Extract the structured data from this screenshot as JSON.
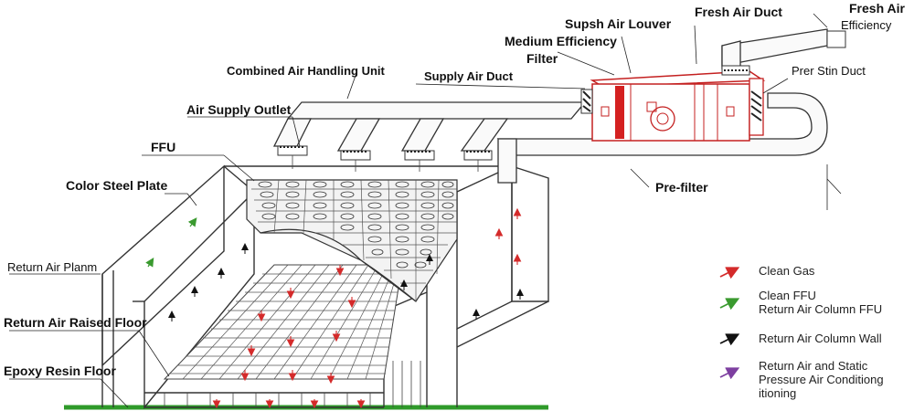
{
  "labels": {
    "fresh_air": "Fresh Air",
    "efficiency": "Efficiency",
    "fresh_air_duct": "Fresh Air Duct",
    "supply_air_louver": "Supsh Air Louver",
    "medium_efficiency": "Medium Efficiency",
    "filter": "Filter",
    "combined_ahu": "Combined Air Handling Unit",
    "supply_air_duct": "Supply Air Duct",
    "prer_stin_duct": "Prer Stin Duct",
    "air_supply_outlet": "Air Supply Outlet",
    "ffu": "FFU",
    "color_steel_plate": "Color Steel Plate",
    "pre_filter": "Pre-filter",
    "return_air_plenum": "Return Air Planm",
    "return_air_raised_floor": "Return Air Raised Floor",
    "epoxy_resin_floor": "Epoxy Resin Floor"
  },
  "legend": [
    {
      "lines": [
        "Clean Gas"
      ],
      "color": "#d42a2a"
    },
    {
      "lines": [
        "Clean FFU",
        "Return Air Column FFU"
      ],
      "color": "#3a9a2f"
    },
    {
      "lines": [
        "Return Air Column Wall"
      ],
      "color": "#111111"
    },
    {
      "lines": [
        "Return Air and Static",
        "Pressure Air Conditiong",
        "itioning"
      ],
      "color": "#7d3fa0"
    }
  ],
  "colors": {
    "clean_gas": "#d42a2a",
    "return_ffu": "#3a9a2f",
    "return_wall": "#111111",
    "static_pressure": "#7d3fa0",
    "ahu_red": "#c42020",
    "floor_green": "#2f9a2a"
  }
}
